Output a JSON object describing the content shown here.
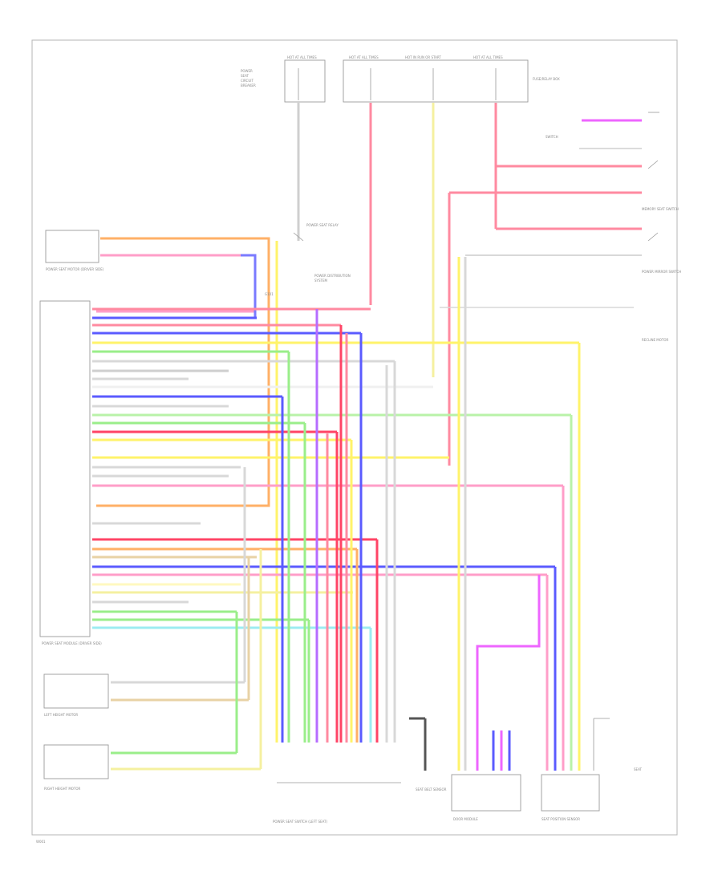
{
  "colors": {
    "red": "#ff8aa0",
    "pink": "#ff9ec8",
    "orange": "#ffb067",
    "yellow": "#fff36a",
    "lightyellow": "#f5f0a0",
    "green": "#9aee8a",
    "lightgreen": "#b9f2a8",
    "blue": "#5b5bff",
    "purple": "#b66cff",
    "magenta": "#ee66ff",
    "cyan": "#9cecf2",
    "tan": "#e8d2a5",
    "gray": "#d8d8d8",
    "darkred": "#ff4466",
    "brown": "#d6b07a",
    "black": "#555555"
  },
  "labels": {
    "fuse_box_1": "HOT AT ALL TIMES",
    "fuse_box_2": "HOT AT ALL TIMES",
    "fuse_box_3": "HOT IN RUN OR START",
    "fuse_box_4": "HOT AT ALL TIMES",
    "fuse_note": "FUSE/RELAY BOX",
    "power_relay": "POWER SEAT RELAY",
    "left_feed": "POWER SEAT MOTOR (DRIVER SIDE)",
    "module_main": "POWER SEAT MODULE (DRIVER SIDE)",
    "left_height_motor": "LEFT HEIGHT MOTOR",
    "right_height_motor": "RIGHT HEIGHT MOTOR",
    "bottom_connector": "POWER SEAT SWITCH (LEFT SEAT)",
    "seat_belt_sensor": "SEAT BELT SENSOR",
    "door_module": "DOOR MODULE",
    "switch_top": "SWITCH",
    "switch_mid": "MEMORY SEAT SWITCH",
    "switch_low": "POWER MIRROR SWITCH",
    "recline_motor": "RECLINE MOTOR",
    "right_bottom_switch": "SEAT POSITION SENSOR",
    "ground": "G101",
    "footer_id": "W001"
  }
}
